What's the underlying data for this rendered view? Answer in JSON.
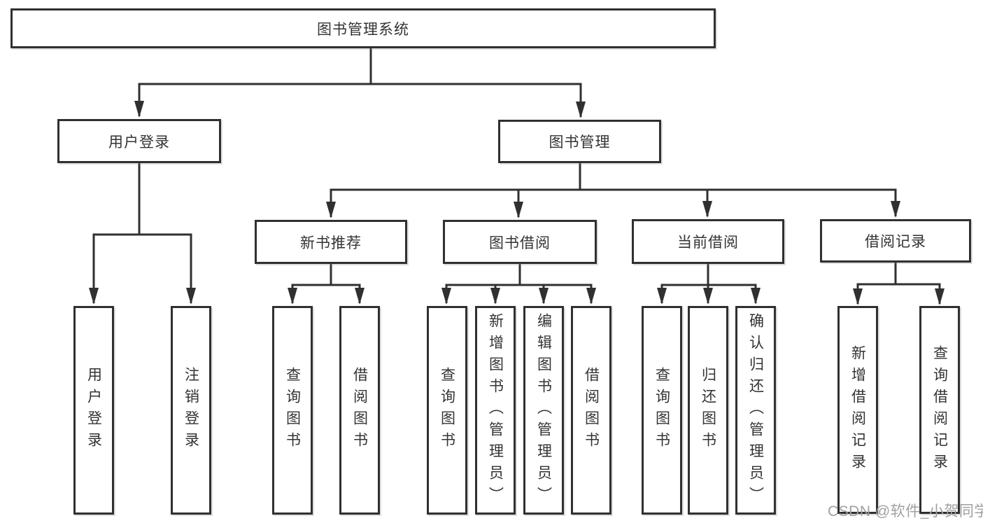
{
  "colors": {
    "line": "#303030",
    "text": "#333333",
    "background": "#ffffff",
    "watermark": "#a0a0a0"
  },
  "nodes": {
    "root": {
      "label": "图书管理系统"
    },
    "user_login": {
      "label": "用户登录"
    },
    "book_management": {
      "label": "图书管理"
    },
    "new_book_recommendation": {
      "label": "新书推荐"
    },
    "book_borrowing": {
      "label": "图书借阅"
    },
    "current_borrowing": {
      "label": "当前借阅"
    },
    "borrowing_records": {
      "label": "借阅记录"
    },
    "leaves": {
      "user_login": "用户登录",
      "logout": "注销登录",
      "nb_query_books": "查询图书",
      "nb_borrow_books": "借阅图书",
      "bb_query_books": "查询图书",
      "bb_add_books_admin": "新增图书（管理员）",
      "bb_edit_books_admin": "编辑图书（管理员）",
      "bb_borrow_books": "借阅图书",
      "cb_query_books": "查询图书",
      "cb_return_books": "归还图书",
      "cb_confirm_return_admin": "确认归还（管理员）",
      "br_add_record": "新增借阅记录",
      "br_query_record": "查询借阅记录"
    }
  },
  "watermark": {
    "text": "CSDN @软件_小贺同学"
  }
}
